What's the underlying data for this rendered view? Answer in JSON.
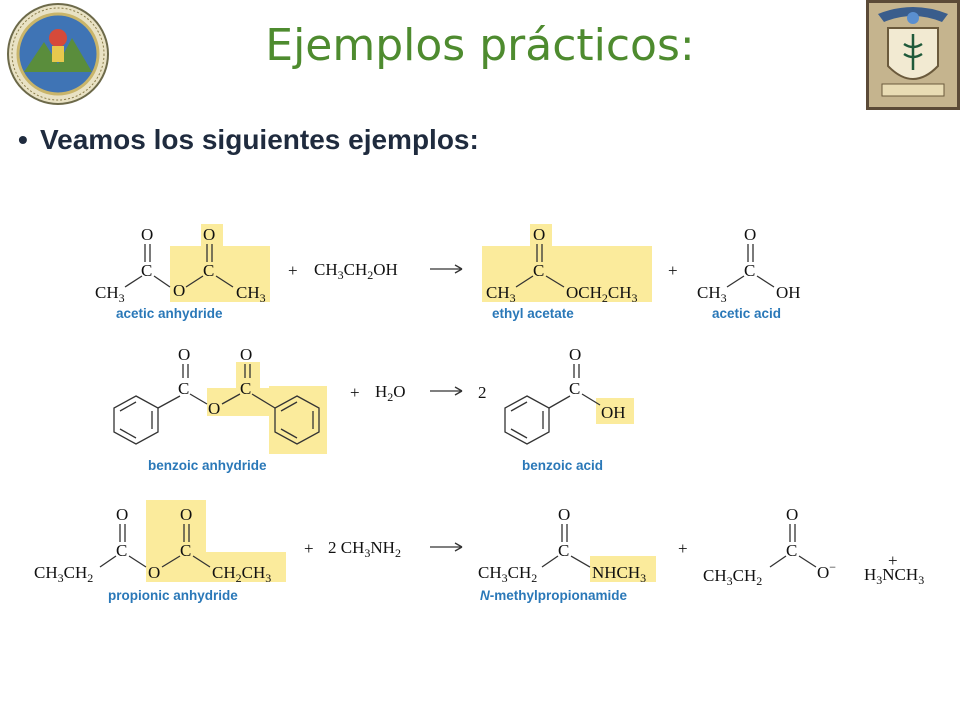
{
  "slide": {
    "title": "Ejemplos prácticos:",
    "bullet": "Veamos los siguientes ejemplos:",
    "bullet_symbol": "•"
  },
  "logos": {
    "left": {
      "icon": "university-seal-icon"
    },
    "right": {
      "icon": "faculty-crest-icon"
    }
  },
  "colors": {
    "title": "#4e8b2f",
    "caption": "#2a78b8",
    "highlight": "#fbeb9c"
  },
  "reactions": {
    "r1": {
      "reactant_caption": "acetic anhydride",
      "plus1": "+",
      "reagent": "CH3CH2OH",
      "arrow": "⟶",
      "product1_caption": "ethyl acetate",
      "plus2": "+",
      "product2_caption": "acetic acid"
    },
    "r2": {
      "reactant_caption": "benzoic anhydride",
      "plus1": "+",
      "reagent": "H2O",
      "arrow": "⟶",
      "coefficient": "2",
      "product1_caption": "benzoic acid"
    },
    "r3": {
      "reactant_caption": "propionic anhydride",
      "plus1": "+",
      "reagent": "2 CH3NH2",
      "arrow": "⟶",
      "product1_caption": "N-methylpropionamide",
      "plus2": "+"
    }
  }
}
